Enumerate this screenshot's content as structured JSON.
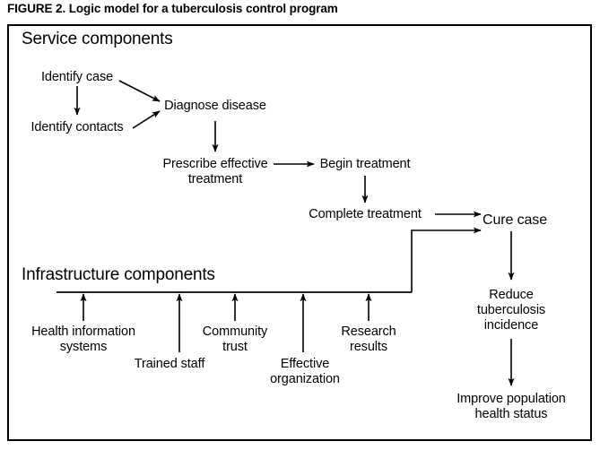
{
  "figure": {
    "title": "FIGURE 2. Logic model for a tuberculosis control program",
    "sections": {
      "service": "Service components",
      "infrastructure": "Infrastructure components"
    }
  },
  "nodes": {
    "identify_case": "Identify case",
    "identify_contacts": "Identify contacts",
    "diagnose_disease": "Diagnose disease",
    "prescribe_line1": "Prescribe effective",
    "prescribe_line2": "treatment",
    "begin_treatment": "Begin treatment",
    "complete_treatment": "Complete treatment",
    "cure_case": "Cure case",
    "reduce_line1": "Reduce",
    "reduce_line2": "tuberculosis",
    "reduce_line3": "incidence",
    "improve_line1": "Improve population",
    "improve_line2": "health status",
    "health_info_line1": "Health information",
    "health_info_line2": "systems",
    "trained_staff": "Trained staff",
    "community_line1": "Community",
    "community_line2": "trust",
    "effective_line1": "Effective",
    "effective_line2": "organization",
    "research_line1": "Research",
    "research_line2": "results"
  },
  "colors": {
    "ink": "#000000",
    "paper": "#ffffff"
  }
}
